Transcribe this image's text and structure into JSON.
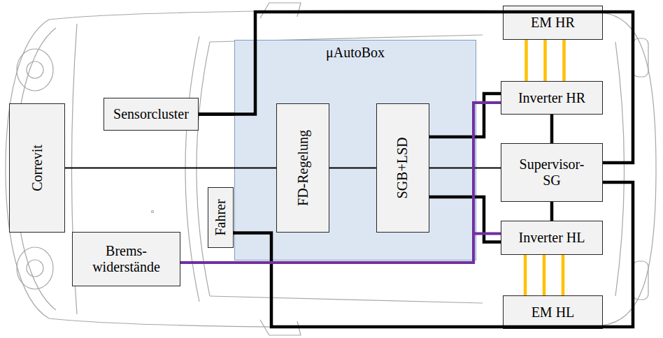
{
  "diagram": {
    "nodes": [
      {
        "text": [
          "Correvit"
        ]
      },
      {
        "text": [
          "Sensorcluster"
        ]
      },
      {
        "text": [
          "μAutoBox"
        ]
      },
      {
        "text": [
          "FD-Regelung"
        ],
        "in": 2
      },
      {
        "text": [
          "SGB+LSD"
        ],
        "in": 2
      },
      {
        "text": [
          "Fahrer"
        ]
      },
      {
        "text": [
          "Brems- widerstände"
        ]
      },
      {
        "text": [
          "EM HR"
        ]
      },
      {
        "text": [
          "Inverter HR"
        ]
      },
      {
        "text": [
          "Supervisor- SG"
        ]
      },
      {
        "text": [
          "Inverter HL"
        ]
      },
      {
        "text": [
          "EM HL"
        ]
      }
    ],
    "edges": [
      {
        "from": 1,
        "to": 2,
        "arrow": "none"
      },
      {
        "from": 1,
        "to": 9,
        "arrow": "none"
      },
      {
        "from": 0,
        "to": 3,
        "arrow": "none"
      },
      {
        "from": 3,
        "to": 4,
        "arrow": "none"
      },
      {
        "from": 4,
        "to": 9,
        "arrow": "none"
      },
      {
        "from": 5,
        "to": 2,
        "arrow": "none"
      },
      {
        "from": 5,
        "to": 9,
        "arrow": "none"
      },
      {
        "from": 4,
        "to": 8,
        "arrow": "none"
      },
      {
        "from": 4,
        "to": 10,
        "arrow": "none"
      },
      {
        "from": 8,
        "to": 9,
        "arrow": "none"
      },
      {
        "from": 9,
        "to": 10,
        "arrow": "none"
      },
      {
        "from": 7,
        "to": 8,
        "arrow": "none"
      },
      {
        "from": 7,
        "to": 8,
        "arrow": "none"
      },
      {
        "from": 7,
        "to": 8,
        "arrow": "none"
      },
      {
        "from": 10,
        "to": 11,
        "arrow": "none"
      },
      {
        "from": 10,
        "to": 11,
        "arrow": "none"
      },
      {
        "from": 10,
        "to": 11,
        "arrow": "none"
      },
      {
        "from": 6,
        "to": 10,
        "arrow": "none"
      },
      {
        "from": 6,
        "to": 8,
        "arrow": "none"
      }
    ]
  }
}
